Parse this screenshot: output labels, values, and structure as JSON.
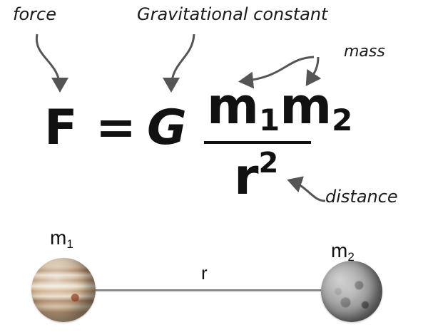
{
  "annotations": {
    "force": "force",
    "gravitational_constant": "Gravitational constant",
    "mass": "mass",
    "distance": "distance"
  },
  "equation": {
    "lhs": "F",
    "equals": "=",
    "constant": "G",
    "numerator_symbol": "m",
    "numerator_sub1": "1",
    "numerator_sub2": "2",
    "denominator_symbol": "r",
    "denominator_exponent": "2"
  },
  "bodies": {
    "left_symbol": "m",
    "left_sub": "1",
    "right_symbol": "m",
    "right_sub": "2",
    "distance_label": "r"
  },
  "colors": {
    "text": "#111111",
    "arrow": "#555555",
    "connector": "#8a8a8a"
  },
  "icons": {
    "left_body": "jupiter-planet-icon",
    "right_body": "mercury-planet-icon"
  }
}
